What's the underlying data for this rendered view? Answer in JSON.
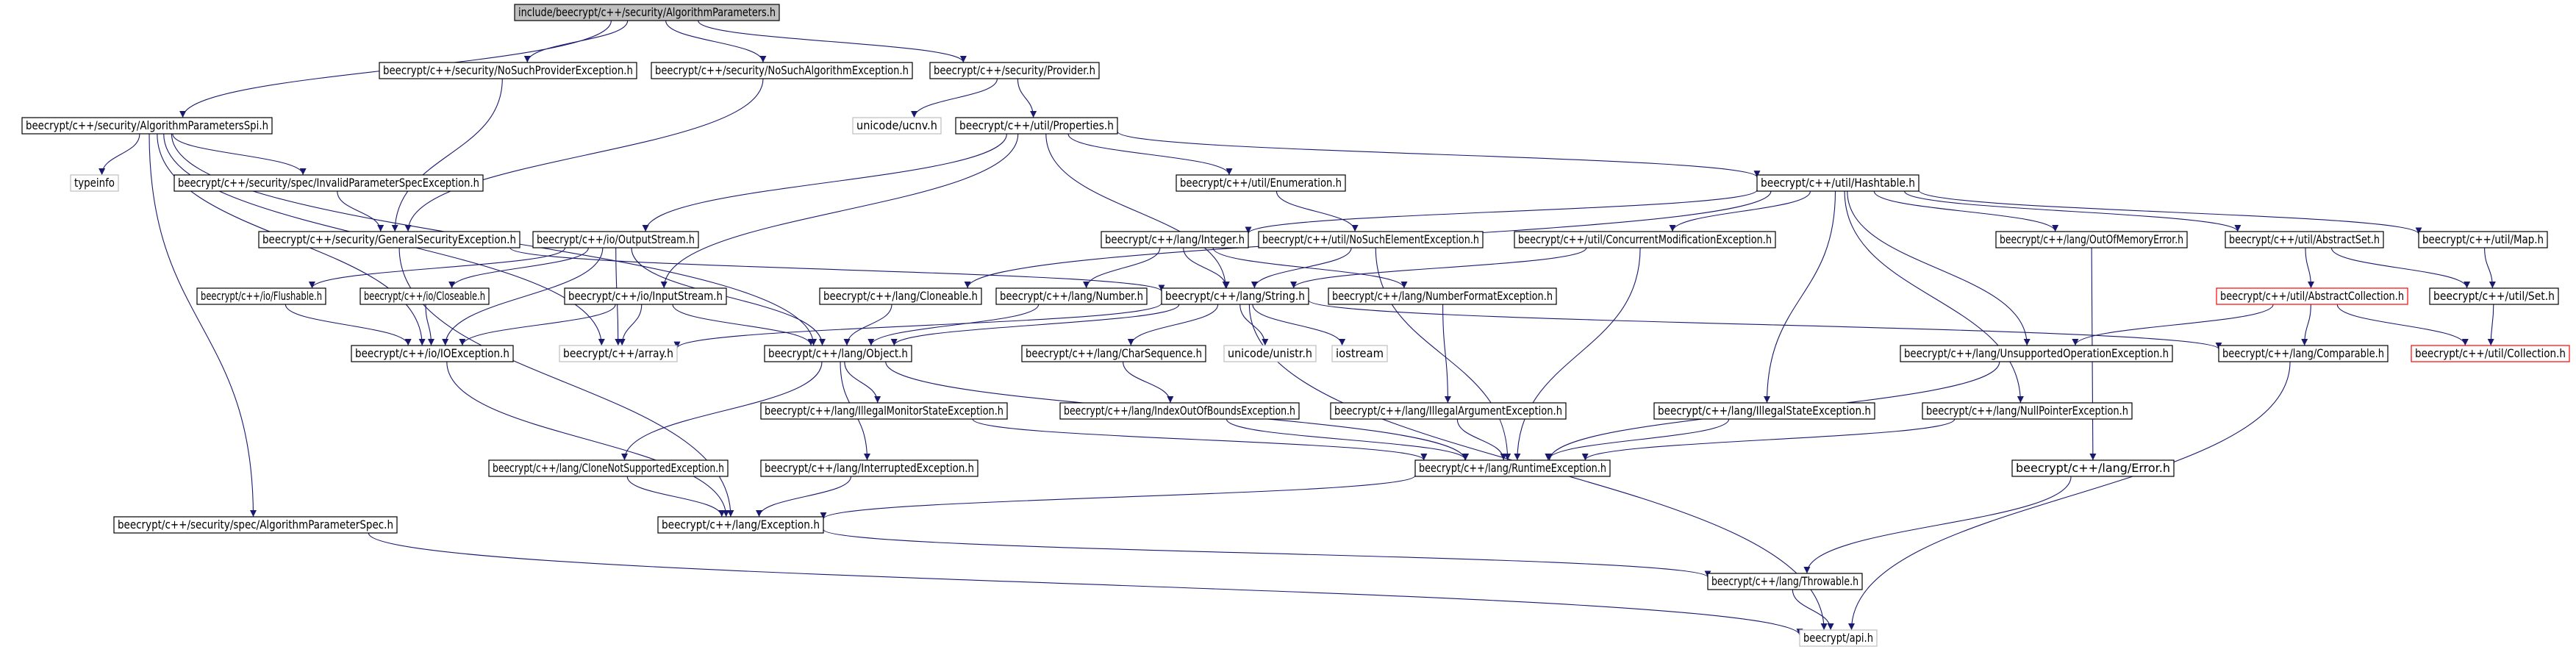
{
  "colors": {
    "edge": "#191970",
    "border": "#000000",
    "missing_border": "#bfbfbf",
    "truncated_border": "#ff0000",
    "root_fill": "#bfbfbf",
    "fill": "#ffffff",
    "text": "#000000"
  },
  "nodes": [
    {
      "id": "root",
      "label": "include/beecrypt/c++/security/AlgorithmParameters.h",
      "style": "root"
    },
    {
      "id": "nsp",
      "label": "beecrypt/c++/security/NoSuchProviderException.h",
      "style": "normal"
    },
    {
      "id": "nsa",
      "label": "beecrypt/c++/security/NoSuchAlgorithmException.h",
      "style": "normal"
    },
    {
      "id": "prov",
      "label": "beecrypt/c++/security/Provider.h",
      "style": "normal"
    },
    {
      "id": "aps",
      "label": "beecrypt/c++/security/AlgorithmParametersSpi.h",
      "style": "normal"
    },
    {
      "id": "ucnv",
      "label": "unicode/ucnv.h",
      "style": "missing"
    },
    {
      "id": "props",
      "label": "beecrypt/c++/util/Properties.h",
      "style": "normal"
    },
    {
      "id": "typeinfo",
      "label": "typeinfo",
      "style": "missing"
    },
    {
      "id": "ipse",
      "label": "beecrypt/c++/security/spec/InvalidParameterSpecException.h",
      "style": "normal"
    },
    {
      "id": "enumh",
      "label": "beecrypt/c++/util/Enumeration.h",
      "style": "normal"
    },
    {
      "id": "hasht",
      "label": "beecrypt/c++/util/Hashtable.h",
      "style": "normal"
    },
    {
      "id": "gse",
      "label": "beecrypt/c++/security/GeneralSecurityException.h",
      "style": "normal"
    },
    {
      "id": "ostream",
      "label": "beecrypt/c++/io/OutputStream.h",
      "style": "normal"
    },
    {
      "id": "integer",
      "label": "beecrypt/c++/lang/Integer.h",
      "style": "normal"
    },
    {
      "id": "nsee",
      "label": "beecrypt/c++/util/NoSuchElementException.h",
      "style": "normal"
    },
    {
      "id": "cme",
      "label": "beecrypt/c++/util/ConcurrentModificationException.h",
      "style": "normal"
    },
    {
      "id": "oome",
      "label": "beecrypt/c++/lang/OutOfMemoryError.h",
      "style": "normal"
    },
    {
      "id": "aset",
      "label": "beecrypt/c++/util/AbstractSet.h",
      "style": "normal"
    },
    {
      "id": "umap",
      "label": "beecrypt/c++/util/Map.h",
      "style": "normal"
    },
    {
      "id": "flush",
      "label": "beecrypt/c++/io/Flushable.h",
      "style": "normal"
    },
    {
      "id": "close",
      "label": "beecrypt/c++/io/Closeable.h",
      "style": "normal"
    },
    {
      "id": "istream",
      "label": "beecrypt/c++/io/InputStream.h",
      "style": "normal"
    },
    {
      "id": "cloneable",
      "label": "beecrypt/c++/lang/Cloneable.h",
      "style": "normal"
    },
    {
      "id": "number",
      "label": "beecrypt/c++/lang/Number.h",
      "style": "normal"
    },
    {
      "id": "string",
      "label": "beecrypt/c++/lang/String.h",
      "style": "normal"
    },
    {
      "id": "nfe",
      "label": "beecrypt/c++/lang/NumberFormatException.h",
      "style": "normal"
    },
    {
      "id": "acoll",
      "label": "beecrypt/c++/util/AbstractCollection.h",
      "style": "truncated"
    },
    {
      "id": "uset",
      "label": "beecrypt/c++/util/Set.h",
      "style": "normal"
    },
    {
      "id": "ioe",
      "label": "beecrypt/c++/io/IOException.h",
      "style": "normal"
    },
    {
      "id": "array",
      "label": "beecrypt/c++/array.h",
      "style": "missing"
    },
    {
      "id": "object",
      "label": "beecrypt/c++/lang/Object.h",
      "style": "normal"
    },
    {
      "id": "charseq",
      "label": "beecrypt/c++/lang/CharSequence.h",
      "style": "normal"
    },
    {
      "id": "unistr",
      "label": "unicode/unistr.h",
      "style": "missing"
    },
    {
      "id": "iostream",
      "label": "iostream",
      "style": "missing"
    },
    {
      "id": "uoe",
      "label": "beecrypt/c++/lang/UnsupportedOperationException.h",
      "style": "normal"
    },
    {
      "id": "comparable",
      "label": "beecrypt/c++/lang/Comparable.h",
      "style": "normal"
    },
    {
      "id": "coll",
      "label": "beecrypt/c++/util/Collection.h",
      "style": "truncated"
    },
    {
      "id": "imse",
      "label": "beecrypt/c++/lang/IllegalMonitorStateException.h",
      "style": "normal"
    },
    {
      "id": "ioobe",
      "label": "beecrypt/c++/lang/IndexOutOfBoundsException.h",
      "style": "normal"
    },
    {
      "id": "iae",
      "label": "beecrypt/c++/lang/IllegalArgumentException.h",
      "style": "normal"
    },
    {
      "id": "ise",
      "label": "beecrypt/c++/lang/IllegalStateException.h",
      "style": "normal"
    },
    {
      "id": "npe",
      "label": "beecrypt/c++/lang/NullPointerException.h",
      "style": "normal"
    },
    {
      "id": "cnse",
      "label": "beecrypt/c++/lang/CloneNotSupportedException.h",
      "style": "normal"
    },
    {
      "id": "inte",
      "label": "beecrypt/c++/lang/InterruptedException.h",
      "style": "normal"
    },
    {
      "id": "rte",
      "label": "beecrypt/c++/lang/RuntimeException.h",
      "style": "normal"
    },
    {
      "id": "error",
      "label": "beecrypt/c++/lang/Error.h",
      "style": "normal"
    },
    {
      "id": "apspec",
      "label": "beecrypt/c++/security/spec/AlgorithmParameterSpec.h",
      "style": "normal"
    },
    {
      "id": "exc",
      "label": "beecrypt/c++/lang/Exception.h",
      "style": "normal"
    },
    {
      "id": "throw",
      "label": "beecrypt/c++/lang/Throwable.h",
      "style": "normal"
    },
    {
      "id": "api",
      "label": "beecrypt/api.h",
      "style": "missing"
    }
  ],
  "edges": [
    [
      "root",
      "aps"
    ],
    [
      "root",
      "nsp"
    ],
    [
      "root",
      "nsa"
    ],
    [
      "root",
      "prov"
    ],
    [
      "aps",
      "typeinfo"
    ],
    [
      "aps",
      "ipse"
    ],
    [
      "aps",
      "apspec"
    ],
    [
      "aps",
      "ioe"
    ],
    [
      "aps",
      "array"
    ],
    [
      "aps",
      "object"
    ],
    [
      "nsp",
      "gse"
    ],
    [
      "nsa",
      "gse"
    ],
    [
      "prov",
      "ucnv"
    ],
    [
      "prov",
      "props"
    ],
    [
      "props",
      "ostream"
    ],
    [
      "props",
      "istream"
    ],
    [
      "props",
      "enumh"
    ],
    [
      "props",
      "hasht"
    ],
    [
      "props",
      "string"
    ],
    [
      "ipse",
      "gse"
    ],
    [
      "gse",
      "exc"
    ],
    [
      "gse",
      "string"
    ],
    [
      "enumh",
      "nsee"
    ],
    [
      "hasht",
      "integer"
    ],
    [
      "hasht",
      "cme"
    ],
    [
      "hasht",
      "oome"
    ],
    [
      "hasht",
      "aset"
    ],
    [
      "hasht",
      "umap"
    ],
    [
      "hasht",
      "cloneable"
    ],
    [
      "hasht",
      "uoe"
    ],
    [
      "hasht",
      "ise"
    ],
    [
      "hasht",
      "npe"
    ],
    [
      "ostream",
      "flush"
    ],
    [
      "ostream",
      "close"
    ],
    [
      "ostream",
      "ioe"
    ],
    [
      "ostream",
      "array"
    ],
    [
      "ostream",
      "object"
    ],
    [
      "istream",
      "ioe"
    ],
    [
      "istream",
      "array"
    ],
    [
      "istream",
      "object"
    ],
    [
      "integer",
      "number"
    ],
    [
      "integer",
      "string"
    ],
    [
      "integer",
      "nfe"
    ],
    [
      "nsee",
      "string"
    ],
    [
      "nsee",
      "rte"
    ],
    [
      "cme",
      "string"
    ],
    [
      "cme",
      "rte"
    ],
    [
      "oome",
      "error"
    ],
    [
      "aset",
      "acoll"
    ],
    [
      "aset",
      "uset"
    ],
    [
      "umap",
      "uset"
    ],
    [
      "flush",
      "ioe"
    ],
    [
      "close",
      "ioe"
    ],
    [
      "cloneable",
      "object"
    ],
    [
      "number",
      "object"
    ],
    [
      "string",
      "object"
    ],
    [
      "string",
      "array"
    ],
    [
      "string",
      "charseq"
    ],
    [
      "string",
      "unistr"
    ],
    [
      "string",
      "iostream"
    ],
    [
      "string",
      "comparable"
    ],
    [
      "string",
      "api"
    ],
    [
      "nfe",
      "iae"
    ],
    [
      "acoll",
      "uoe"
    ],
    [
      "acoll",
      "comparable"
    ],
    [
      "acoll",
      "coll"
    ],
    [
      "uset",
      "coll"
    ],
    [
      "ioe",
      "exc"
    ],
    [
      "object",
      "imse"
    ],
    [
      "object",
      "cnse"
    ],
    [
      "object",
      "inte"
    ],
    [
      "object",
      "rte"
    ],
    [
      "charseq",
      "ioobe"
    ],
    [
      "uoe",
      "rte"
    ],
    [
      "comparable",
      "api"
    ],
    [
      "imse",
      "rte"
    ],
    [
      "ioobe",
      "rte"
    ],
    [
      "iae",
      "rte"
    ],
    [
      "ise",
      "rte"
    ],
    [
      "npe",
      "rte"
    ],
    [
      "cnse",
      "exc"
    ],
    [
      "inte",
      "exc"
    ],
    [
      "rte",
      "exc"
    ],
    [
      "error",
      "throw"
    ],
    [
      "apspec",
      "api"
    ],
    [
      "exc",
      "throw"
    ],
    [
      "throw",
      "api"
    ]
  ]
}
